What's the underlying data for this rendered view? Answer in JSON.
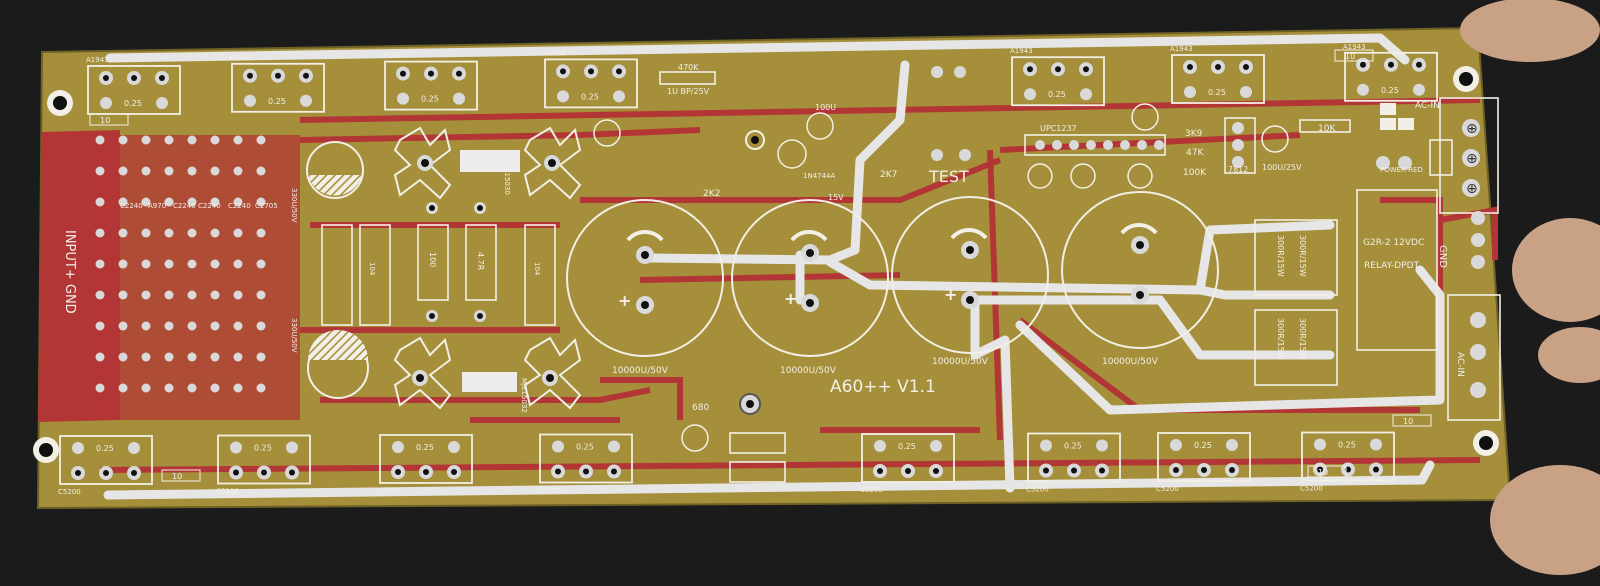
{
  "board": {
    "name": "A60++ V1.1",
    "test_label": "TEST",
    "input_label": "INPUT+ GND",
    "ac_in_label": "AC-IN",
    "ac_in_label_2": "AC-IN",
    "gnd_label": "GND",
    "relay_label": "RELAY-DPDT",
    "relay_part": "G2R-2 12VDC",
    "power_led_label": "POWER RED",
    "upc_label": "UPC1237",
    "colors": {
      "background": "#1b1b1b",
      "pcb": "#a58f3a",
      "pcb_dark": "#8d7a2c",
      "trace": "#b33636",
      "silkscreen": "#f2efe6",
      "copper": "#d9d9d9",
      "hole": "#101010",
      "skin": "#c9a184"
    }
  },
  "labels": {
    "transistor_top": "A1943",
    "transistor_bottom": "C5200",
    "resistor_025": "0.25",
    "resistor_10": "10",
    "cap_main": "10000U/50V",
    "r_470k": "470K",
    "cap_1u": "1U BP/25V",
    "cap_100u": "100U",
    "cap_100u_25v": "100U/25V",
    "zener": "1N4744A",
    "zener_v": "15V",
    "r_2k2": "2K2",
    "r_2k7": "2K7",
    "r_3k9": "3K9",
    "r_47k": "47K",
    "r_100k": "100K",
    "r_10k": "10K",
    "r_680": "680",
    "reg_7812": "7812",
    "res_300r": "300R/15W",
    "mje_top": "MJE15030",
    "mje_bottom": "MJE15032",
    "r_47r": "4.7R",
    "r_100": "100",
    "r_104": "104",
    "cap_330u": "330U/50V",
    "t_c2240": "C2240",
    "t_a970": "A970",
    "t_c2705": "C2705"
  }
}
